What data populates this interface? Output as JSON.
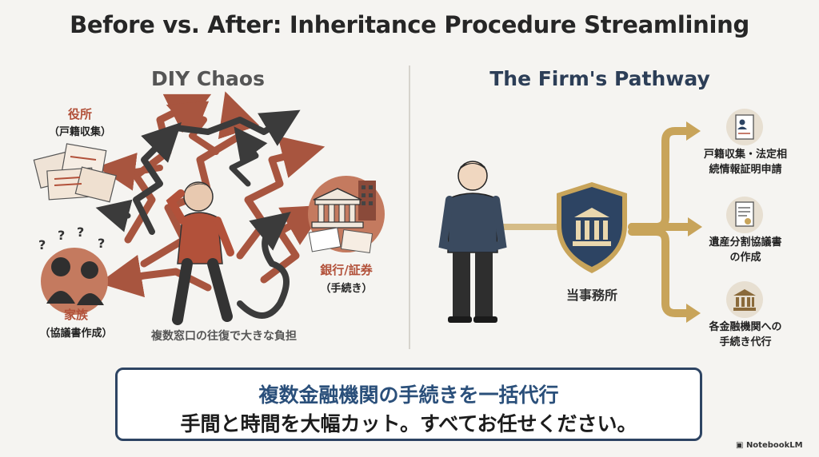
{
  "title": "Before vs. After: Inheritance Procedure Streamlining",
  "left": {
    "heading": "DIY Chaos",
    "city_hall": {
      "label": "役所",
      "sub": "（戸籍収集）"
    },
    "family": {
      "label": "家族",
      "sub": "（協議書作成）"
    },
    "bank": {
      "label": "銀行/証券",
      "sub": "（手続き）"
    },
    "caption": "複数窓口の往復で大きな負担"
  },
  "right": {
    "heading": "The Firm's Pathway",
    "office_label": "当事務所",
    "steps": [
      {
        "line1": "戸籍収集・法定相",
        "line2": "続情報証明申請",
        "icon": "document-person-icon"
      },
      {
        "line1": "遺産分割協議書",
        "line2": "の作成",
        "icon": "agreement-document-icon"
      },
      {
        "line1": "各金融機関への",
        "line2": "手続き代行",
        "icon": "bank-icon"
      }
    ]
  },
  "message": {
    "line1": "複数金融機関の手続きを一括代行",
    "line2": "手間と時間を大幅カット。すべてお任せください。"
  },
  "brand": "NotebookLM",
  "colors": {
    "accent_red": "#b2513a",
    "navy": "#2d4463",
    "gold": "#c8a45a"
  }
}
